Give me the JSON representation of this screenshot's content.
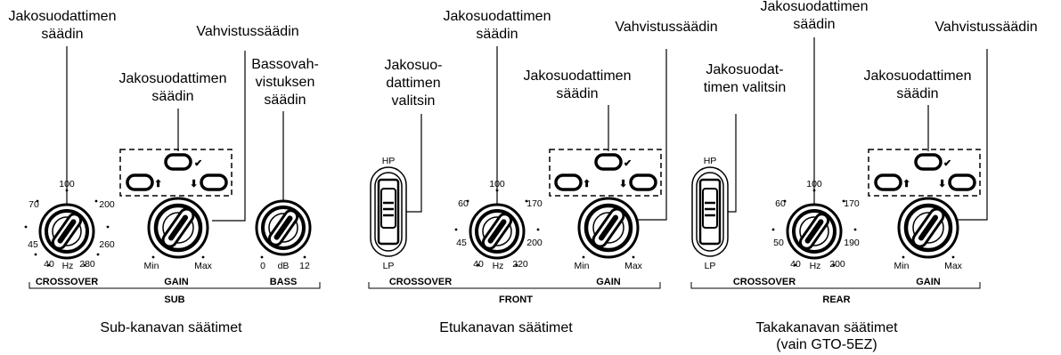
{
  "sub": {
    "callouts": {
      "crossover_adjust": [
        "Jakosuodattimen",
        "säädin"
      ],
      "gain_adjust": [
        "Vahvistussäädin"
      ],
      "remote_crossover": [
        "Jakosuodattimen",
        "säädin"
      ],
      "bass_boost": [
        "Bassovah-",
        "vistuksen",
        "säädin"
      ]
    },
    "crossover_ticks": [
      "100",
      "70",
      "200",
      "45",
      "260",
      "40",
      "280",
      "Hz"
    ],
    "gain_ticks": [
      "Min",
      "Max"
    ],
    "bass_ticks": [
      "0",
      "dB",
      "12"
    ],
    "knob_labels": [
      "CROSSOVER",
      "GAIN",
      "BASS"
    ],
    "section_label": "SUB",
    "caption": "Sub-kanavan säätimet"
  },
  "front": {
    "callouts": {
      "crossover_adjust": [
        "Jakosuodattimen",
        "säädin"
      ],
      "gain_adjust": [
        "Vahvistussäädin"
      ],
      "remote_crossover": [
        "Jakosuodattimen",
        "säädin"
      ],
      "selector": [
        "Jakosuo-",
        "dattimen",
        "valitsin"
      ]
    },
    "switch_labels": [
      "HP",
      "LP"
    ],
    "crossover_ticks": [
      "100",
      "60",
      "170",
      "45",
      "200",
      "40",
      "220",
      "Hz"
    ],
    "gain_ticks": [
      "Min",
      "Max"
    ],
    "knob_labels": [
      "CROSSOVER",
      "GAIN"
    ],
    "section_label": "FRONT",
    "caption": "Etukanavan säätimet"
  },
  "rear": {
    "callouts": {
      "crossover_adjust": [
        "Jakosuodattimen",
        "säädin"
      ],
      "gain_adjust": [
        "Vahvistussäädin"
      ],
      "remote_crossover": [
        "Jakosuodattimen",
        "säädin"
      ],
      "selector": [
        "Jakosuodat-",
        "timen valitsin"
      ]
    },
    "switch_labels": [
      "HP",
      "LP"
    ],
    "crossover_ticks": [
      "100",
      "60",
      "170",
      "50",
      "190",
      "40",
      "200",
      "Hz"
    ],
    "gain_ticks": [
      "Min",
      "Max"
    ],
    "knob_labels": [
      "CROSSOVER",
      "GAIN"
    ],
    "section_label": "REAR",
    "caption": [
      "Takakanavan säätimet",
      "(vain GTO-5EZ)"
    ]
  }
}
